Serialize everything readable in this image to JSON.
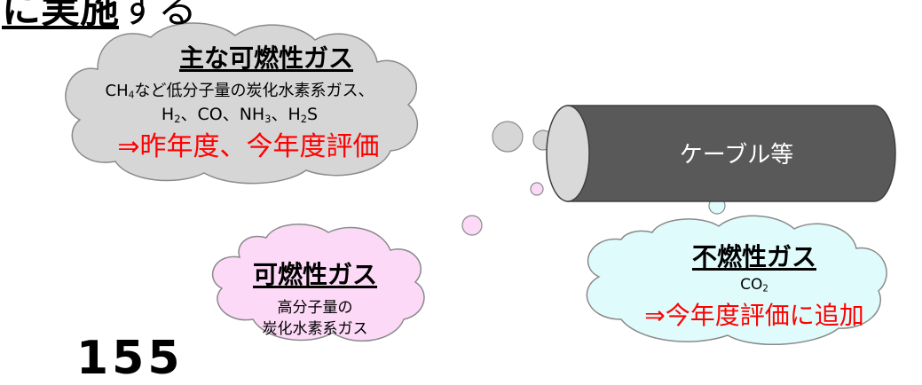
{
  "heading": {
    "underlined": "に実施",
    "rest": "する"
  },
  "cloud_main": {
    "title": "主な可燃性ガス",
    "line1": {
      "a": "CH",
      "sub": "4",
      "b": "など低分子量の炭化水素系ガス、"
    },
    "line2": {
      "p1": "H",
      "s1": "2",
      "p2": "、CO、NH",
      "s2": "3",
      "p3": "、H",
      "s3": "2",
      "p4": "S"
    },
    "evaluation": "⇒昨年度、今年度評価"
  },
  "cable": {
    "label": "ケーブル等"
  },
  "cloud_combustible": {
    "title": "可燃性ガス",
    "line1": "高分子量の",
    "line2": "炭化水素系ガス"
  },
  "cloud_noncombustible": {
    "title": "不燃性ガス",
    "formula": {
      "a": "CO",
      "sub": "2"
    },
    "evaluation": "⇒今年度評価に追加"
  },
  "footer_number": "155",
  "colors": {
    "cloud_gray": "#d6d6d6",
    "cloud_pink": "#fcd9f6",
    "cloud_cyan": "#e0fbfb",
    "outline": "#8a8a8a",
    "cable_body": "#595959",
    "cable_end": "#d9d9d9",
    "accent_red": "#ff0000"
  }
}
